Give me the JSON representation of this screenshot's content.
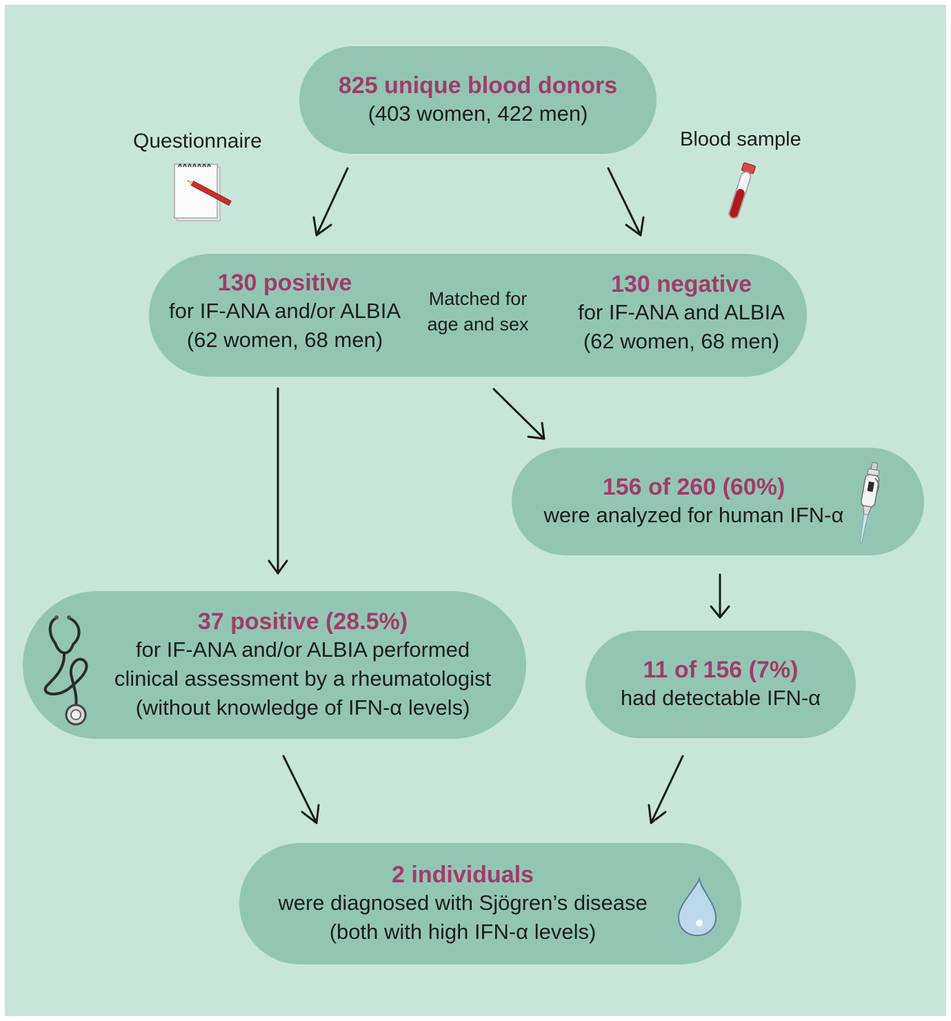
{
  "labels": {
    "questionnaire": "Questionnaire",
    "blood_sample": "Blood sample"
  },
  "nodes": {
    "donors": {
      "heading": "825 unique blood donors",
      "line1": "(403 women, 422 men)"
    },
    "positive": {
      "heading": "130 positive",
      "line1": "for IF-ANA and/or ALBIA",
      "line2": "(62 women, 68 men)"
    },
    "matched": {
      "line1": "Matched for",
      "line2": "age and sex"
    },
    "negative": {
      "heading": "130 negative",
      "line1": "for IF-ANA and ALBIA",
      "line2": "(62 women, 68 men)"
    },
    "analyzed": {
      "heading": "156 of 260 (60%)",
      "line1": "were analyzed for human IFN-α"
    },
    "assessed": {
      "heading": "37 positive (28.5%)",
      "line1": "for IF-ANA and/or ALBIA performed",
      "line2": "clinical assessment by a rheumatologist",
      "line3": "(without knowledge of IFN-α levels)"
    },
    "detectable": {
      "heading": "11 of 156 (7%)",
      "line1": "had detectable IFN-α"
    },
    "diagnosed": {
      "heading": "2 individuals",
      "line1": "were diagnosed with Sjögren’s disease",
      "line2": "(both with high IFN-α levels)"
    }
  },
  "colors": {
    "background": "#c7e6d8",
    "node_fill": "#92c6b3",
    "heading_text": "#a23a6d",
    "body_text": "#1c1c1c"
  },
  "icons": [
    "notepad-icon",
    "blood-tube-icon",
    "pipette-icon",
    "stethoscope-icon",
    "droplet-icon"
  ]
}
